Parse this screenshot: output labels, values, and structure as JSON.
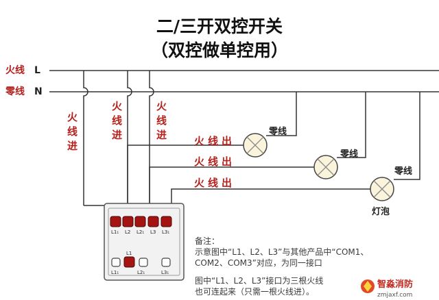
{
  "title": "二/三开双控开关",
  "subtitle": "（双控做单控用）",
  "lines": {
    "live_label": "火线",
    "live_letter": "L",
    "neutral_label": "零线",
    "neutral_letter": "N"
  },
  "feed_labels": [
    "火",
    "线",
    "进"
  ],
  "out_label": [
    "火",
    "线",
    "出"
  ],
  "neutral_tag": "零线",
  "lamp_label": "灯泡",
  "terminals_top": [
    "L1₁",
    "L2",
    "L2₁",
    "L3",
    "L3₁"
  ],
  "terminals_bottom": [
    "L1",
    "L1₁",
    "L2₁",
    "L3₁"
  ],
  "note": {
    "heading": "备注：",
    "line1": "示意图中“L1、L2、L3”与其他产品中“COM1、",
    "line2": "COM2、COM3”对应，为同一接口",
    "line3": "图中“L1、L2、L3”接口为三根火线",
    "line4": "也可连起来（只需一根火线进）。"
  },
  "watermark": {
    "brand": "智淼消防",
    "url": "zmjaxf.com"
  },
  "colors": {
    "wire": "#b5211c",
    "terminal": "#a31412",
    "line": "#333333"
  }
}
